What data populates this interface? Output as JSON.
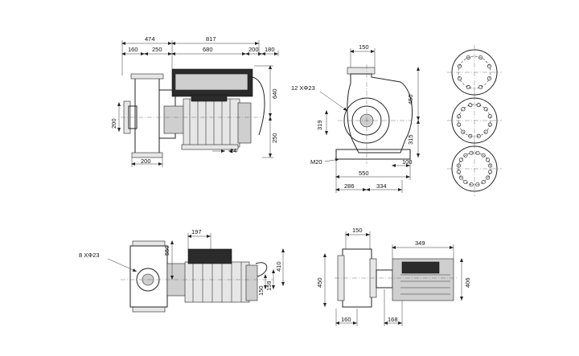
{
  "views": {
    "side": {
      "dims": {
        "d474": "474",
        "d817": "817",
        "d160": "160",
        "d250": "250",
        "d680": "680",
        "d200a": "200",
        "d180": "180",
        "d640": "640",
        "d200b": "200",
        "d250b": "250",
        "d200c": "200",
        "d24": "24"
      }
    },
    "front": {
      "holes_note": "12 XΦ23",
      "dims": {
        "d150": "150",
        "d450": "450",
        "d319": "319",
        "d315": "315",
        "m20": "M20",
        "d550": "550",
        "d100": "100",
        "d286": "286",
        "d334": "334"
      }
    },
    "top": {
      "holes_note": "8 XΦ23",
      "dims": {
        "d197": "197",
        "d550": "550",
        "d410": "410",
        "d159": "159",
        "d150": "150"
      }
    },
    "bottom": {
      "dims": {
        "d150": "150",
        "d349": "349",
        "d450": "450",
        "d406": "406",
        "d160": "160",
        "d168": "168"
      }
    },
    "flanges": [
      {
        "holes": 8
      },
      {
        "holes": 12
      },
      {
        "holes": 16
      }
    ]
  }
}
